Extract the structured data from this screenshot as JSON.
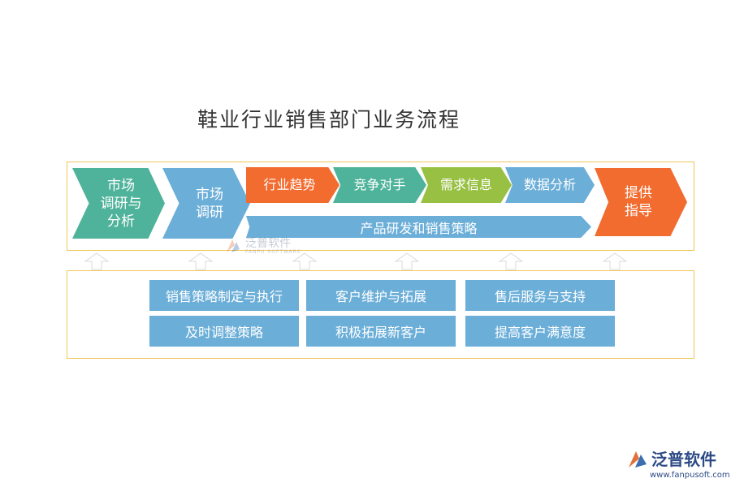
{
  "title": "鞋业行业销售部门业务流程",
  "top_flow": {
    "step1": "市场\n调研与\n分析",
    "step2": "市场\n调研",
    "trend": "行业趋势",
    "competitor": "竞争对手",
    "demand": "需求信息",
    "data": "数据分析",
    "strategy": "产品研发和销售策略",
    "guide": "提供\n指导"
  },
  "bottom_boxes": {
    "b1": "销售策略制定与执行",
    "b2": "客户维护与拓展",
    "b3": "售后服务与支持",
    "b4": "及时调整策略",
    "b5": "积极拓展新客户",
    "b6": "提高客户满意度"
  },
  "watermark": {
    "name": "泛普软件",
    "url": "FANPU SOFTWARE"
  },
  "logo": {
    "name": "泛普软件",
    "url": "www.fanpusoft.com"
  },
  "colors": {
    "teal": "#4fb39b",
    "blue": "#6baed8",
    "orange": "#f26b2f",
    "green": "#98c043",
    "panel_border": "#f0c75a"
  },
  "icons": {
    "up_arrow": "hollow-up-arrow-icon",
    "logo": "fanpu-logo-icon"
  }
}
